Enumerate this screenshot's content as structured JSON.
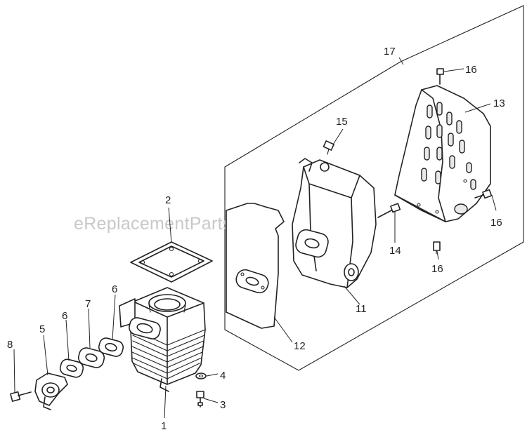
{
  "watermark": "eReplacementParts.com",
  "callouts": {
    "c1": "1",
    "c2": "2",
    "c3": "3",
    "c4": "4",
    "c5": "5",
    "c6a": "6",
    "c6b": "6",
    "c7": "7",
    "c8": "8",
    "c11": "11",
    "c12": "12",
    "c13": "13",
    "c14": "14",
    "c15": "15",
    "c16a": "16",
    "c16b": "16",
    "c16c": "16",
    "c17": "17"
  }
}
